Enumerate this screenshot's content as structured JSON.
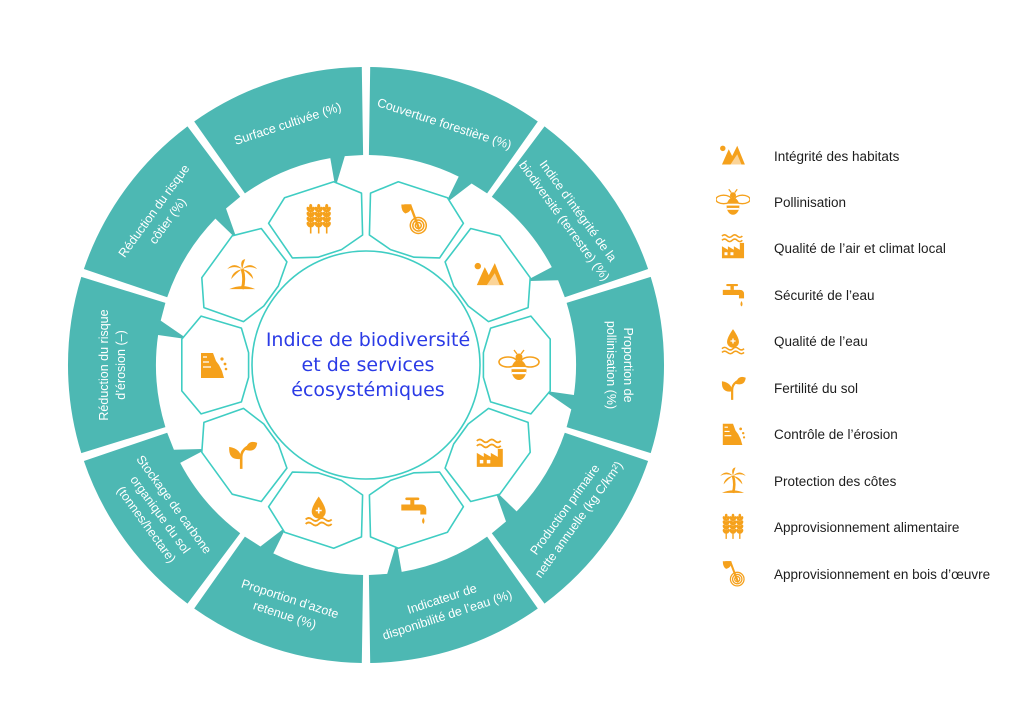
{
  "center_title": {
    "line1": "Indice de biodiversité",
    "line2": "et de services",
    "line3": "écosystémiques"
  },
  "outer_ring": [
    {
      "lines": [
        "Couverture forestière (%)"
      ]
    },
    {
      "lines": [
        "Indice d’intégrité de la",
        "biodiversité (terrestre) (%)"
      ]
    },
    {
      "lines": [
        "Proportion de",
        "pollinisation (%)"
      ]
    },
    {
      "lines": [
        "Production primaire",
        "nette annuelle (kg C/km²)"
      ]
    },
    {
      "lines": [
        "Indicateur de",
        "disponibilité de l’eau (%)"
      ]
    },
    {
      "lines": [
        "Proportion d’azote",
        "retenue (%)"
      ]
    },
    {
      "lines": [
        "Stockage de carbone",
        "organique du sol",
        "(tonnes/hectare)"
      ]
    },
    {
      "lines": [
        "Réduction du risque",
        "d’érosion (–)"
      ]
    },
    {
      "lines": [
        "Réduction du risque",
        "côtier (%)"
      ]
    },
    {
      "lines": [
        "Surface cultivée (%)"
      ]
    }
  ],
  "inner_ring_icons": [
    "wood-axe-icon",
    "habitat-mountain-icon",
    "bee-icon",
    "factory-air-icon",
    "water-tap-icon",
    "water-drop-waves-icon",
    "plant-sprout-icon",
    "erosion-cliff-icon",
    "palm-tree-icon",
    "wheat-icon"
  ],
  "legend": [
    {
      "icon": "habitat-mountain-icon",
      "label": "Intégrité des habitats"
    },
    {
      "icon": "bee-icon",
      "label": "Pollinisation"
    },
    {
      "icon": "factory-air-icon",
      "label": "Qualité de l’air et climat local"
    },
    {
      "icon": "water-tap-icon",
      "label": "Sécurité de l’eau"
    },
    {
      "icon": "water-drop-waves-icon",
      "label": "Qualité de l’eau"
    },
    {
      "icon": "plant-sprout-icon",
      "label": "Fertilité du sol"
    },
    {
      "icon": "erosion-cliff-icon",
      "label": "Contrôle de l’érosion"
    },
    {
      "icon": "palm-tree-icon",
      "label": "Protection des côtes"
    },
    {
      "icon": "wheat-icon",
      "label": "Approvisionnement alimentaire"
    },
    {
      "icon": "wood-axe-icon",
      "label": "Approvisionnement en bois d’œuvre"
    }
  ],
  "colors": {
    "teal": "#4db8b3",
    "teal_light": "#3fcdc3",
    "orange": "#f5a11c",
    "title_blue": "#2b3be6"
  }
}
